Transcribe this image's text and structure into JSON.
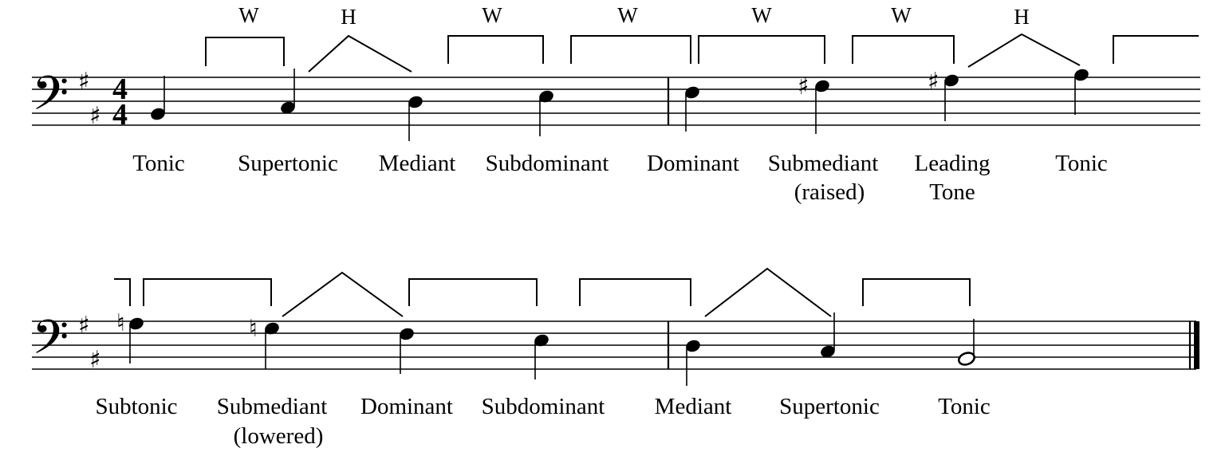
{
  "time_signature": {
    "top": "4",
    "bottom": "4"
  },
  "staff1": {
    "step_labels": [
      "W",
      "H",
      "W",
      "W",
      "W",
      "W",
      "H"
    ],
    "degree_labels": [
      [
        "Tonic"
      ],
      [
        "Supertonic"
      ],
      [
        "Mediant"
      ],
      [
        "Subdominant"
      ],
      [
        "Dominant"
      ],
      [
        "Submediant",
        "(raised)"
      ],
      [
        "Leading",
        "Tone"
      ],
      [
        "Tonic"
      ]
    ]
  },
  "staff2": {
    "step_labels": [],
    "degree_labels": [
      [
        "Subtonic"
      ],
      [
        "Submediant",
        "(lowered)"
      ],
      [
        "Dominant"
      ],
      [
        "Subdominant"
      ],
      [
        "Mediant"
      ],
      [
        "Supertonic"
      ],
      [
        "Tonic"
      ]
    ]
  },
  "glyphs": {
    "bass_clef": "𝄢",
    "sharp": "♯",
    "natural": "♮"
  }
}
